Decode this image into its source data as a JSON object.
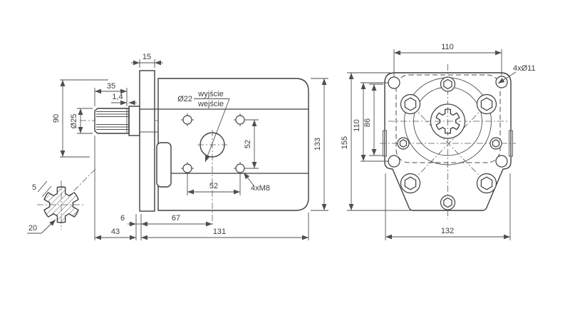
{
  "drawing": {
    "title_semantic": "hydraulic gear pump technical drawing",
    "colors": {
      "line": "#3f3f3f",
      "dim": "#4f4f4f",
      "background": "#ffffff"
    },
    "side": {
      "d15": "15",
      "d35": "35",
      "d14": "1,4",
      "d25": "Ø25",
      "d90": "90",
      "d22": "Ø22",
      "port_out": "wyjście",
      "port_in": "wejście",
      "d52v": "52",
      "d52h": "52",
      "dm8": "4xM8",
      "d133": "133",
      "d6": "6",
      "d67": "67",
      "d43": "43",
      "d131": "131"
    },
    "section": {
      "d5": "5",
      "d20": "20"
    },
    "front": {
      "d110top": "110",
      "d11": "4xØ11",
      "d155": "155",
      "d110": "110",
      "d86": "86",
      "d132": "132"
    }
  }
}
